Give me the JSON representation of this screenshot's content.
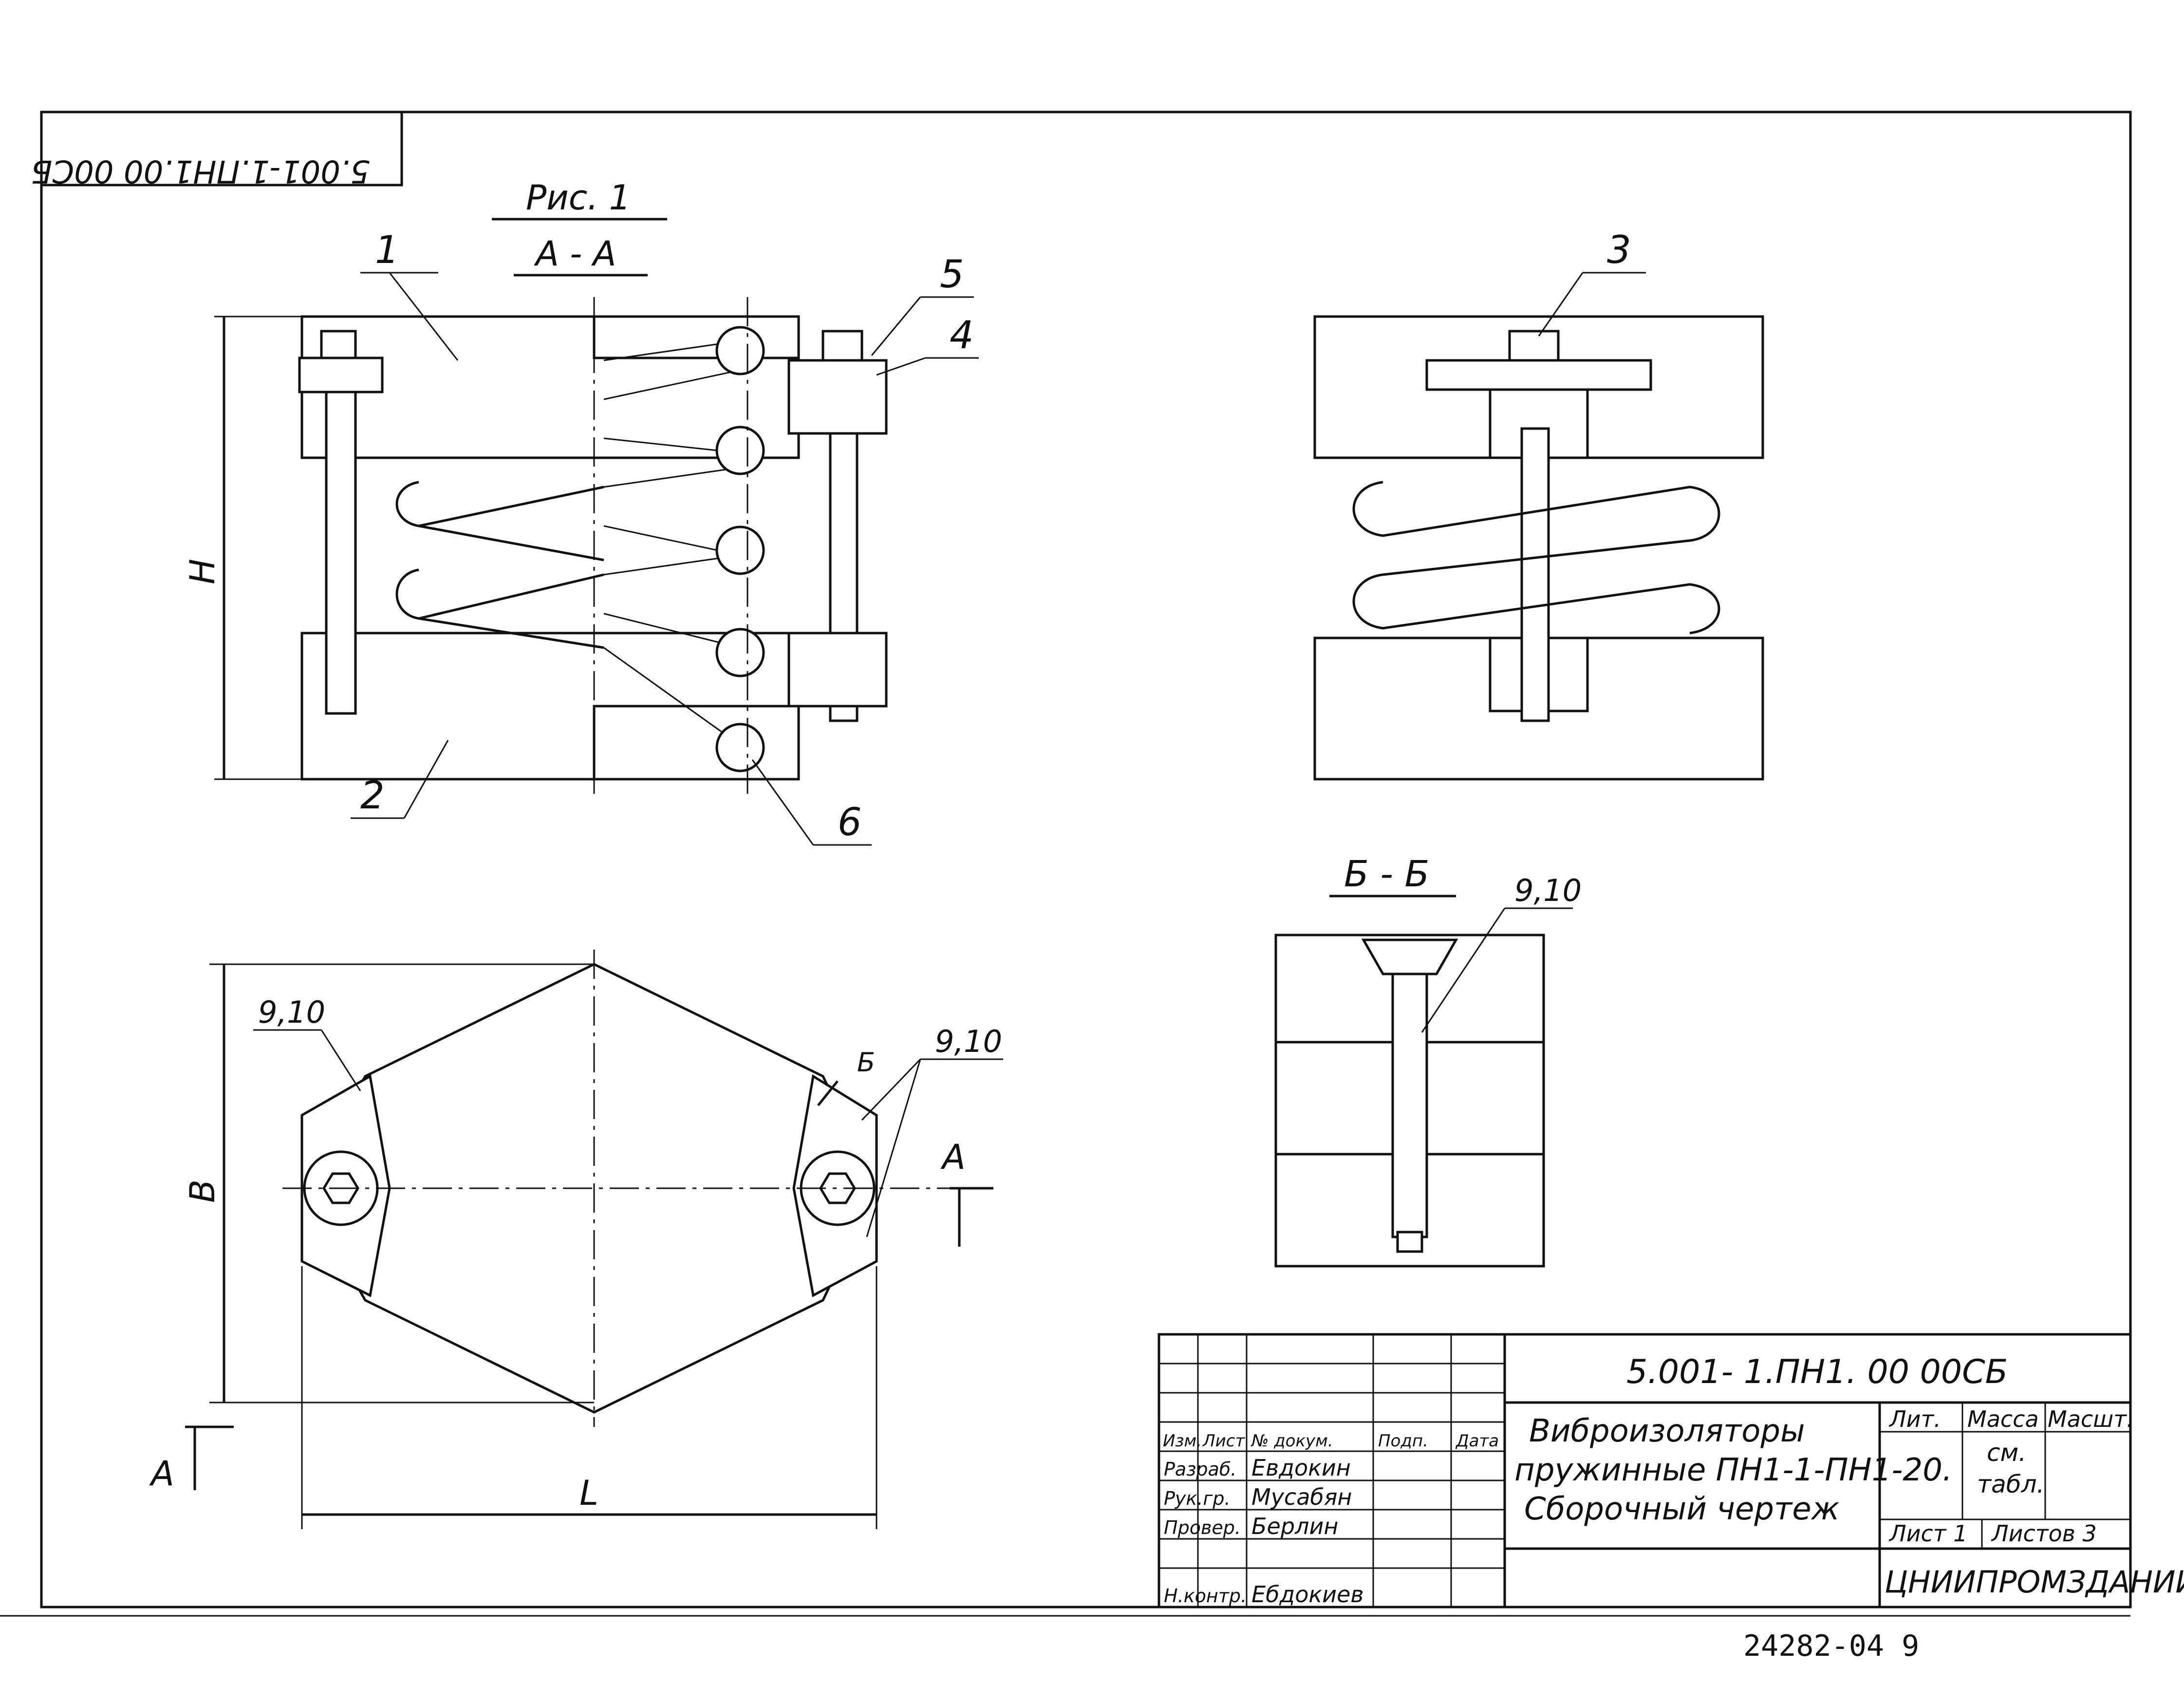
{
  "stamp_top_left": "5.001-1.ПН1.00 00СБ",
  "figure": {
    "caption": "Рис. 1",
    "section_aa": "А - А",
    "section_bb": "Б - Б",
    "dim_h": "Н",
    "dim_b": "В",
    "dim_l": "L",
    "cut_label_a": "А",
    "cut_label_b": "Б"
  },
  "callouts": {
    "c1": "1",
    "c2": "2",
    "c3": "3",
    "c4": "4",
    "c5": "5",
    "c6": "6",
    "c910_left": "9,10",
    "c910_right": "9,10",
    "c910_detail": "9,10"
  },
  "title_block": {
    "designation": "5.001- 1.ПН1. 00 00СБ",
    "title_line1": "Виброизоляторы",
    "title_line2": "пружинные ПН1-1-ПН1-20.",
    "title_line3": "Сборочный   чертеж",
    "col_lit": "Лит.",
    "col_mass": "Масса",
    "col_scale": "Масшт.",
    "mass_value_1": "см.",
    "mass_value_2": "табл.",
    "sheet": "Лист 1",
    "sheets": "Листов 3",
    "organization": "ЦНИИПРОМЗДАНИЙ",
    "head_izm": "Изм.",
    "head_list": "Лист",
    "head_doc": "№ докум.",
    "head_sign": "Подп.",
    "head_date": "Дата",
    "role_razrab": "Разраб.",
    "role_rukov": "Рук.гр.",
    "role_prover": "Провер.",
    "role_nkontr": "Н.контр.",
    "name_razrab": "Евдокин",
    "name_rukov": "Мусабян",
    "name_prover": "Берлин",
    "name_nkontr": "Ебдокиев"
  },
  "footer_number": "24282-04  9"
}
